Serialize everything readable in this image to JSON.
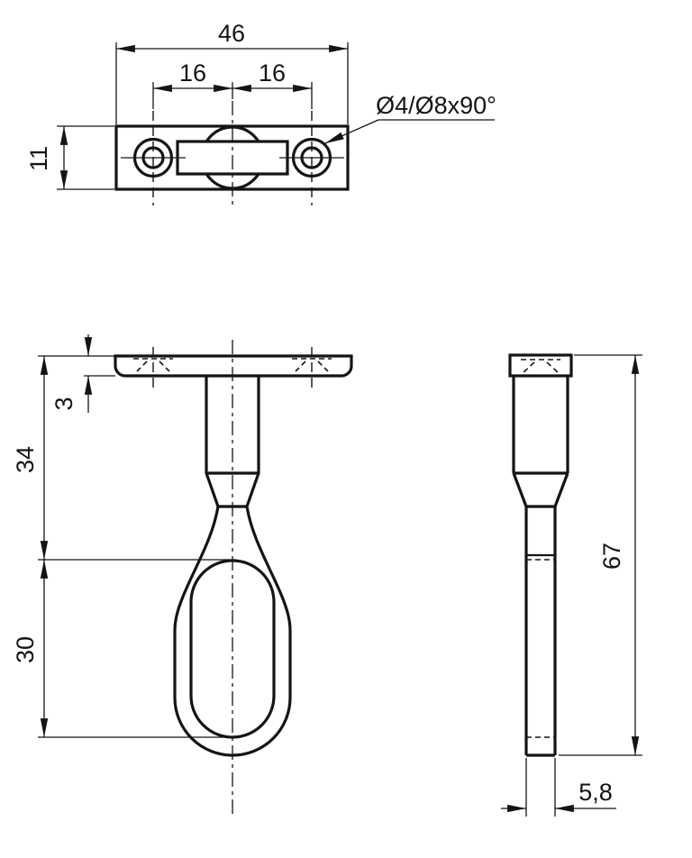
{
  "colors": {
    "background": "#ffffff",
    "line": "#141414"
  },
  "views": {
    "top": {
      "overall_width": "46",
      "hole_offset_left": "16",
      "hole_offset_right": "16",
      "plate_depth": "11",
      "hole_callout": "Ø4/Ø8x90°"
    },
    "front": {
      "plate_thickness": "3",
      "upper_height": "34",
      "opening_height": "30"
    },
    "side": {
      "overall_height": "67",
      "profile_width": "5,8"
    }
  }
}
